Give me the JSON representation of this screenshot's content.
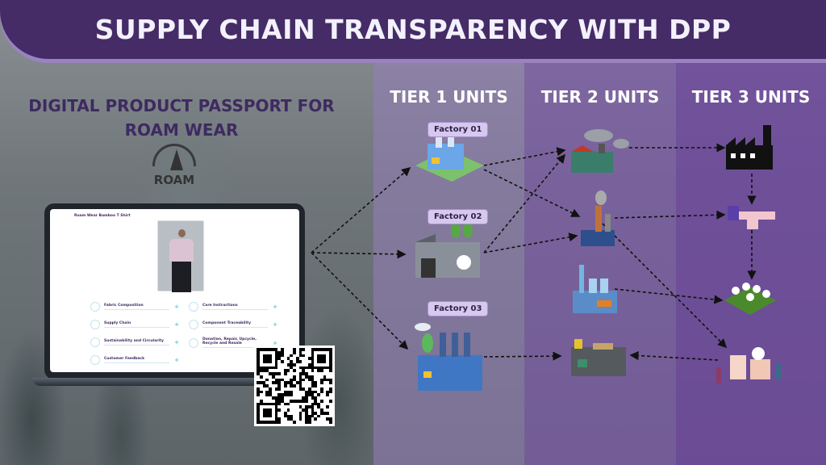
{
  "header": {
    "title": "SUPPLY CHAIN TRANSPARENCY WITH DPP"
  },
  "tiers": [
    "TIER 1 UNITS",
    "TIER 2 UNITS",
    "TIER 3 UNITS"
  ],
  "passport": {
    "title": "DIGITAL PRODUCT PASSPORT FOR ROAM WEAR",
    "brand": "ROAM",
    "product_name": "Roam Wear Bamboo T Shirt",
    "sections": [
      {
        "label": "Fabric Composition",
        "action": "+"
      },
      {
        "label": "Care Instructions",
        "action": "+"
      },
      {
        "label": "Supply Chain",
        "action": "+"
      },
      {
        "label": "Component Traceability",
        "action": "+"
      },
      {
        "label": "Sustainability and Circularity",
        "action": "+"
      },
      {
        "label": "Donation, Repair, Upcycle, Recycle and Resale",
        "action": "+"
      },
      {
        "label": "Customer Feedback",
        "action": "+"
      }
    ]
  },
  "factories": [
    "Factory 01",
    "Factory 02",
    "Factory 03"
  ],
  "colors": {
    "header": "#452c66",
    "accent": "#9a83c0",
    "badge": "#d7c8ee"
  }
}
